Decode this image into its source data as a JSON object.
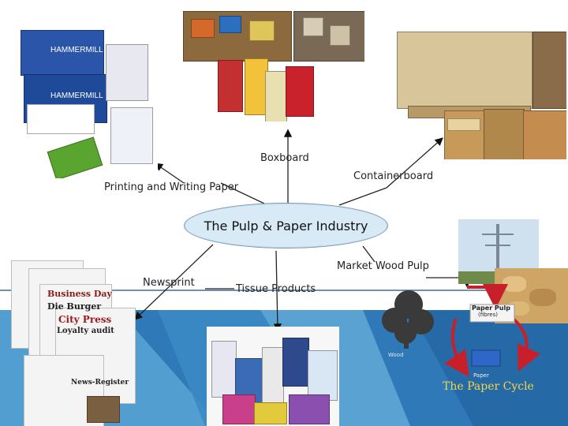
{
  "diagram": {
    "center_title": "The Pulp & Paper Industry",
    "branches": {
      "boxboard": "Boxboard",
      "containerboard": "Containerboard",
      "printing_writing": "Printing and Writing Paper",
      "market_pulp": "Market Wood Pulp",
      "newsprint": "Newsprint",
      "tissue": "Tissue Products"
    }
  },
  "paper_cycle": {
    "title": "The Paper Cycle",
    "pulp_box": "Paper Pulp",
    "pulp_sub": "(fibres)",
    "paper_label": "Paper",
    "wood_label": "Wood"
  },
  "newspapers": {
    "mastheads": [
      "Business Day",
      "Die Burger",
      "City Press",
      "Loyalty audit",
      "News-Register"
    ]
  },
  "colors": {
    "ellipse_fill": "#d9eaf7",
    "slide_blue": "#2f79b8",
    "cycle_arrow": "#c8202a"
  }
}
